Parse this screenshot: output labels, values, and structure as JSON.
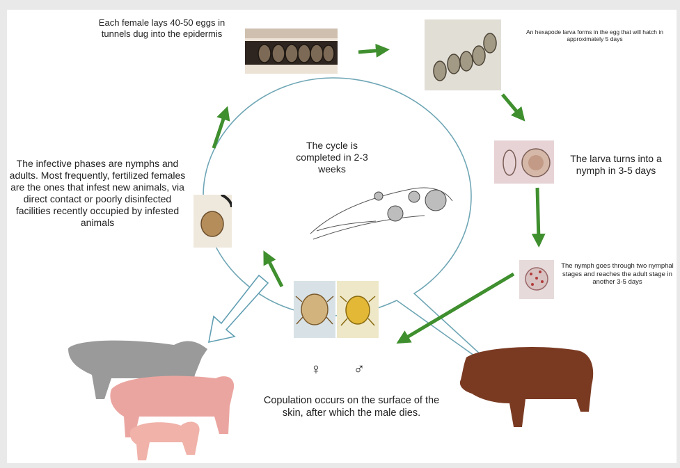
{
  "steps": {
    "eggs": "Each female lays 40-50 eggs in tunnels dug into the epidermis",
    "larva": "An hexapode larva forms in the egg that will hatch in approximately 5 days",
    "nymph": "The larva turns into a nymph in 3-5 days",
    "adult": "The nymph goes through two nymphal stages and reaches the adult stage in another 3-5 days",
    "copulation": "Copulation occurs on the surface of the skin, after which the male dies.",
    "infective": "The infective phases are nymphs and adults. Most frequently, fertilized females are the ones that infest new animals, via direct contact or poorly disinfected facilities recently occupied by infested animals"
  },
  "center": {
    "cycle": "The cycle is completed in 2-3 weeks"
  },
  "symbols": {
    "female": "♀",
    "male": "♂"
  },
  "colors": {
    "arrow_green": "#3f8f2e",
    "outline_arrow": "#5f9eb2",
    "bubble_outline": "#6fa6b5"
  },
  "icons": [
    "mite-in-skin-tunnel-sketch",
    "female-mite",
    "male-mite",
    "eggs-micrograph",
    "larva-micrograph",
    "nymph-micrograph",
    "pig-white",
    "pig-pink",
    "pig-red"
  ]
}
